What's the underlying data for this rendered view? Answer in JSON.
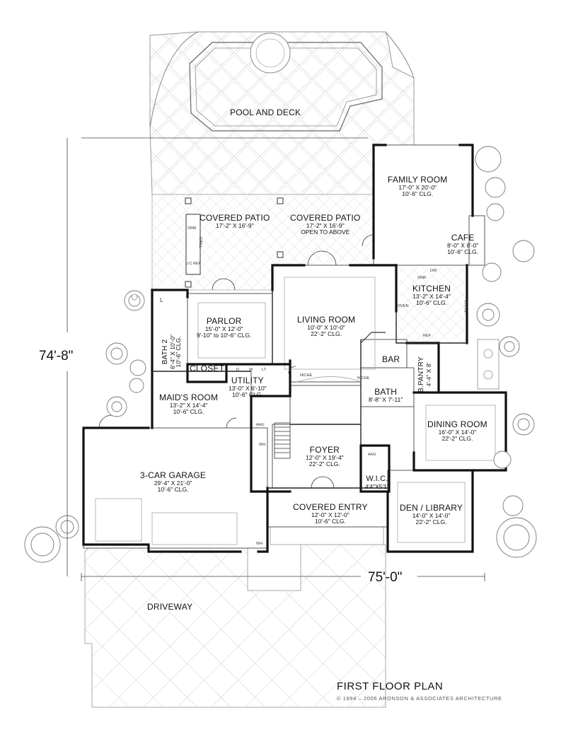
{
  "rooms": {
    "pool": {
      "name": "POOL AND DECK"
    },
    "family": {
      "name": "FAMILY ROOM",
      "dims": "17'-0\" X 20'-0\"",
      "ceiling": "10'-6\" CLG."
    },
    "cafe": {
      "name": "CAFE",
      "dims": "8'-0\" X 8'-0\"",
      "ceiling": "10'-6\" CLG."
    },
    "patio1": {
      "name": "COVERED PATIO",
      "dims": "17'-2\" X 16'-9\""
    },
    "patio2": {
      "name": "COVERED PATIO",
      "dims": "17'-2\" X 16'-9\"",
      "note": "OPEN TO ABOVE"
    },
    "kitchen": {
      "name": "KITCHEN",
      "dims": "13'-2\" X 14'-4\"",
      "ceiling": "10'-6\" CLG."
    },
    "parlor": {
      "name": "PARLOR",
      "dims": "15'-0\" X 12'-0\"",
      "ceiling": "9'-10\" to 10'-6\" CLG."
    },
    "living": {
      "name": "LIVING ROOM",
      "dims": "10'-0\" X 10'-0\"",
      "ceiling": "22'-2\" CLG."
    },
    "bath2": {
      "name": "BATH 2",
      "dims": "6'-4\" X 10'-0\"",
      "ceiling": "10'-6\" CLG."
    },
    "closet": {
      "name": "CLOSET"
    },
    "utility": {
      "name": "UTILITY",
      "dims": "13'-0\" X 6'-10\"",
      "ceiling": "10'-6\" CLG."
    },
    "bar": {
      "name": "BAR"
    },
    "bpantry": {
      "name": "B.PANTRY",
      "dims": "4'-4\" X 8'"
    },
    "bath": {
      "name": "BATH",
      "dims": "8'-8\" X 7'-11\""
    },
    "maids": {
      "name": "MAID'S ROOM",
      "dims": "13'-2\" X 14'-4\"",
      "ceiling": "10'-6\" CLG."
    },
    "dining": {
      "name": "DINING ROOM",
      "dims": "16'-0\" X 14'-0\"",
      "ceiling": "22'-2\" CLG."
    },
    "garage": {
      "name": "3-CAR GARAGE",
      "dims": "29'-4\" X 21'-0\"",
      "ceiling": "10'-6\" CLG."
    },
    "foyer": {
      "name": "FOYER",
      "dims": "12'-0\" X 19'-4\"",
      "ceiling": "22'-2\" CLG."
    },
    "wic": {
      "name": "W.I.C.",
      "dims": "4'4\"X5'1\""
    },
    "entry": {
      "name": "COVERED ENTRY",
      "dims": "12'-0\" X 12'-0\"",
      "ceiling": "10'-6\" CLG."
    },
    "den": {
      "name": "DEN / LIBRARY",
      "dims": "14'-0\" X 14'-0\"",
      "ceiling": "22'-2\" CLG."
    },
    "driveway": {
      "name": "DRIVEWAY"
    }
  },
  "fixtures": {
    "sink": "SINK",
    "grill": "GRILL",
    "uc_ref": "U.C REF",
    "oven": "OVEN",
    "dw": "DW",
    "stove": "STOVE",
    "ref": "REF",
    "ahu": "AHU",
    "wh": "WH",
    "d": "D",
    "w": "W",
    "lt": "LT",
    "niche": "NICHE",
    "l": "L"
  },
  "dimensions": {
    "depth": "74'-8\"",
    "width": "75'-0\""
  },
  "title": "FIRST FLOOR PLAN",
  "copyright": "© 1994 – 2006 ARONSON & ASSOCIATES ARCHITECTURE"
}
